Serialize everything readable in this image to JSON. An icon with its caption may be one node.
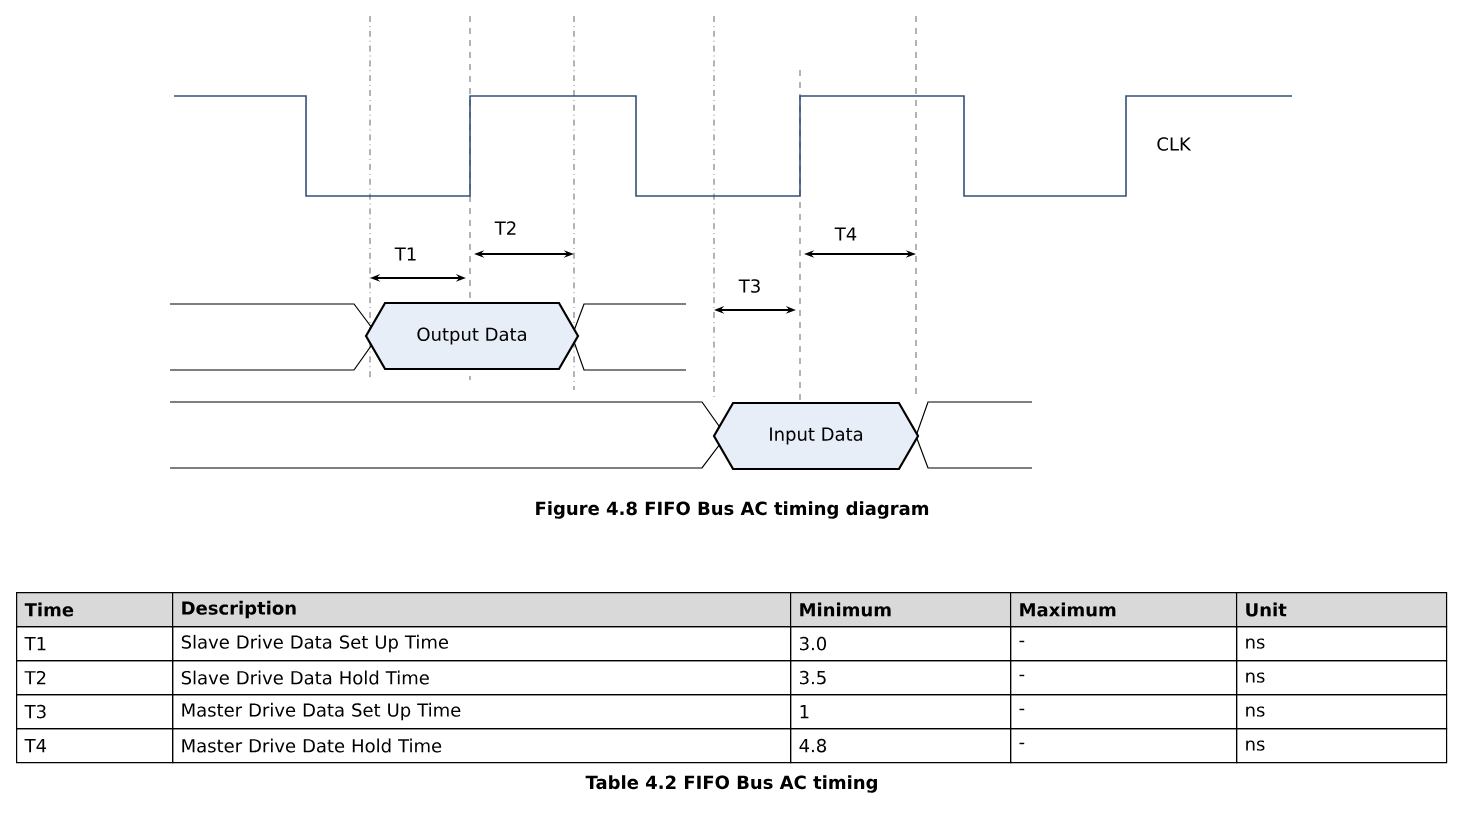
{
  "diagram": {
    "caption": "Figure 4.8 FIFO Bus AC timing diagram",
    "nodes": [
      {
        "text": [
          "Output Data"
        ]
      },
      {
        "text": [
          "Input Data"
        ]
      }
    ],
    "labels": [
      "CLK",
      "T1",
      "T2",
      "T3",
      "T4",
      "Time",
      "Description",
      "Minimum",
      "Maximum",
      "Unit",
      "T1",
      "Slave Drive Data Set Up Time",
      "3.0",
      "-",
      "ns",
      "T2",
      "Slave Drive Data Hold Time",
      "3.5",
      "-",
      "ns",
      "T3",
      "Master Drive Data Set Up Time",
      "1",
      "-",
      "ns",
      "T4",
      "Master Drive Date Hold Time",
      "4.8",
      "-",
      "ns",
      "Table 4.2 FIFO Bus AC timing"
    ]
  }
}
